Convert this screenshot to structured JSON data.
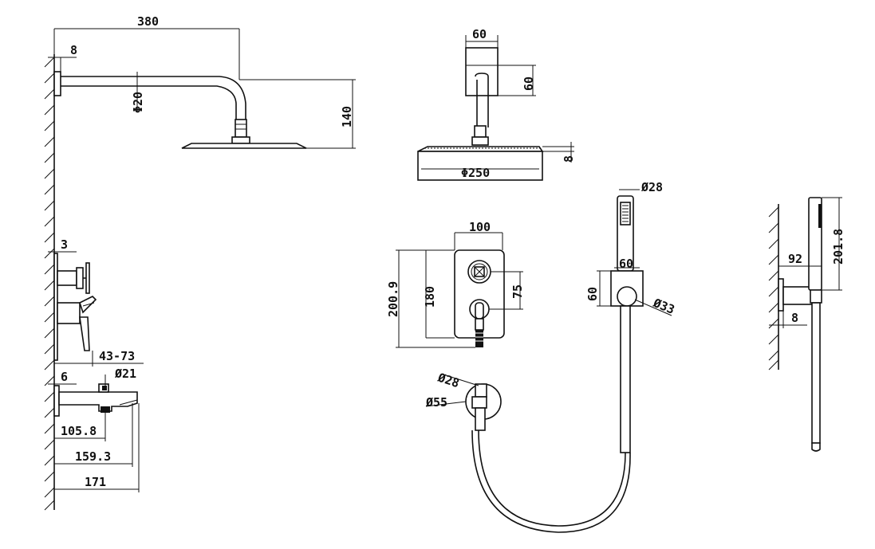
{
  "dimensions": {
    "arm_length": "380",
    "wall_plate_thickness": "8",
    "arm_diameter": "Φ20",
    "head_drop": "140",
    "arm_block_width": "60",
    "arm_block_height": "60",
    "head_diameter": "Φ250",
    "head_thickness": "8",
    "valve_width": "100",
    "valve_total_height": "200.9",
    "valve_plate_height": "180",
    "valve_handle_spacing": "75",
    "valve_depth": "3",
    "valve_depth_range": "43-73",
    "spout_wall_gap": "6",
    "spout_outlet_diameter": "Ø21",
    "spout_length_a": "105.8",
    "spout_length_b": "159.3",
    "spout_length_c": "171",
    "hand_shower_diameter": "Ø28",
    "holder_width": "60",
    "holder_height": "60",
    "holder_round_diameter": "Ø33",
    "elbow_diameter": "Ø28",
    "elbow_plate_diameter": "Ø55",
    "holder_projection": "92",
    "hand_shower_length": "201.8",
    "holder_plate_thickness": "8"
  }
}
